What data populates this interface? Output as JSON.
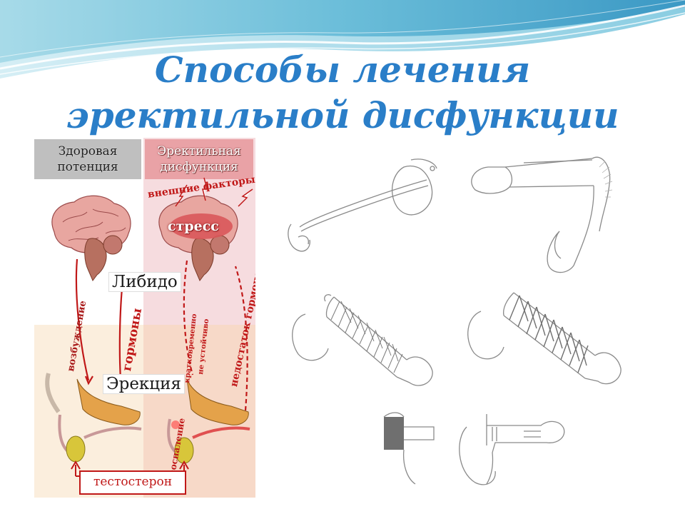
{
  "slide": {
    "title_line1": "Способы лечения",
    "title_line2": "эректильной дисфункции"
  },
  "diagram": {
    "header_healthy": "Здоровая потенция",
    "header_healthy_l1": "Здоровая",
    "header_healthy_l2": "потенция",
    "header_ed_l1": "Эректильная",
    "header_ed_l2": "дисфункция",
    "external_factors": "внешние факторы",
    "stress": "стресс",
    "libido": "Либидо",
    "arousal": "возбуждение",
    "hormones": "гормоны",
    "short_term": "кратковременно",
    "unstable": "не устойчиво",
    "hormone_deficiency": "недостаток гормонов",
    "erection": "Эрекция",
    "inflammation": "воспаление",
    "testosterone": "тестостерон"
  },
  "colors": {
    "title": "#2a7ec8",
    "accent_red": "#c01818",
    "healthy_header": "#bfbfbf",
    "ed_header": "#e9a2a6",
    "ed_bg": "#f6dcdf",
    "lower_left_bg": "#fbeedd",
    "lower_right_bg": "#f7d9c8"
  },
  "illustrations": [
    "constriction-ring-device",
    "penile-sleeve-extension",
    "ribbed-sleeve-device",
    "spiral-sleeve-device",
    "vacuum-cylinder-cap",
    "open-tube-support-device"
  ]
}
